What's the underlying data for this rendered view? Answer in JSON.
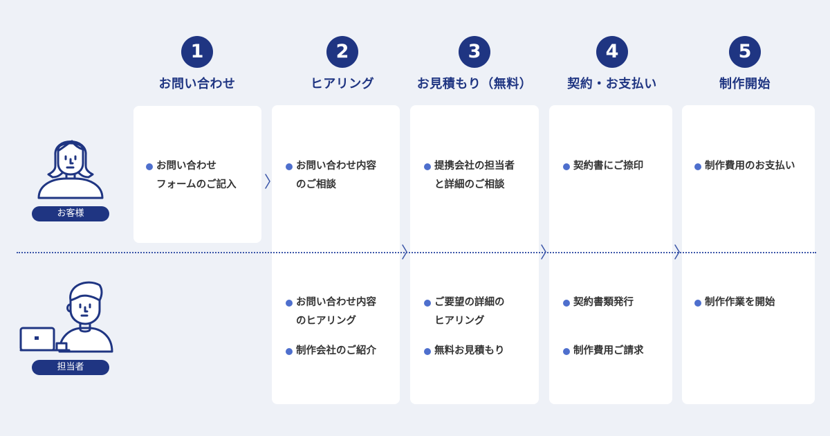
{
  "steps": [
    {
      "number": "1",
      "title": "お問い合わせ"
    },
    {
      "number": "2",
      "title": "ヒアリング"
    },
    {
      "number": "3",
      "title": "お見積もり（無料）"
    },
    {
      "number": "4",
      "title": "契約・お支払い"
    },
    {
      "number": "5",
      "title": "制作開始"
    }
  ],
  "actors": {
    "customer": {
      "label": "お客様"
    },
    "staff": {
      "label": "担当者"
    }
  },
  "customer_items": [
    [
      "お問い合わせ",
      "フォームのご記入"
    ],
    [
      "お問い合わせ内容",
      "のご相談"
    ],
    [
      "提携会社の担当者",
      "と詳細のご相談"
    ],
    [
      "契約書にご捺印"
    ],
    [
      "制作費用のお支払い"
    ]
  ],
  "staff_items": {
    "step2": [
      [
        "お問い合わせ内容",
        "のヒアリング"
      ],
      [
        "制作会社のご紹介"
      ]
    ],
    "step3": [
      [
        "ご要望の詳細の",
        "ヒアリング"
      ],
      [
        "無料お見積もり"
      ]
    ],
    "step4": [
      [
        "契約書類発行"
      ],
      [
        "制作費用ご請求"
      ]
    ],
    "step5": [
      [
        "制作作業を開始"
      ]
    ]
  },
  "colors": {
    "navy": "#1f3582",
    "bullet": "#4e6fcd",
    "background": "#eef1f7",
    "card": "#ffffff"
  }
}
